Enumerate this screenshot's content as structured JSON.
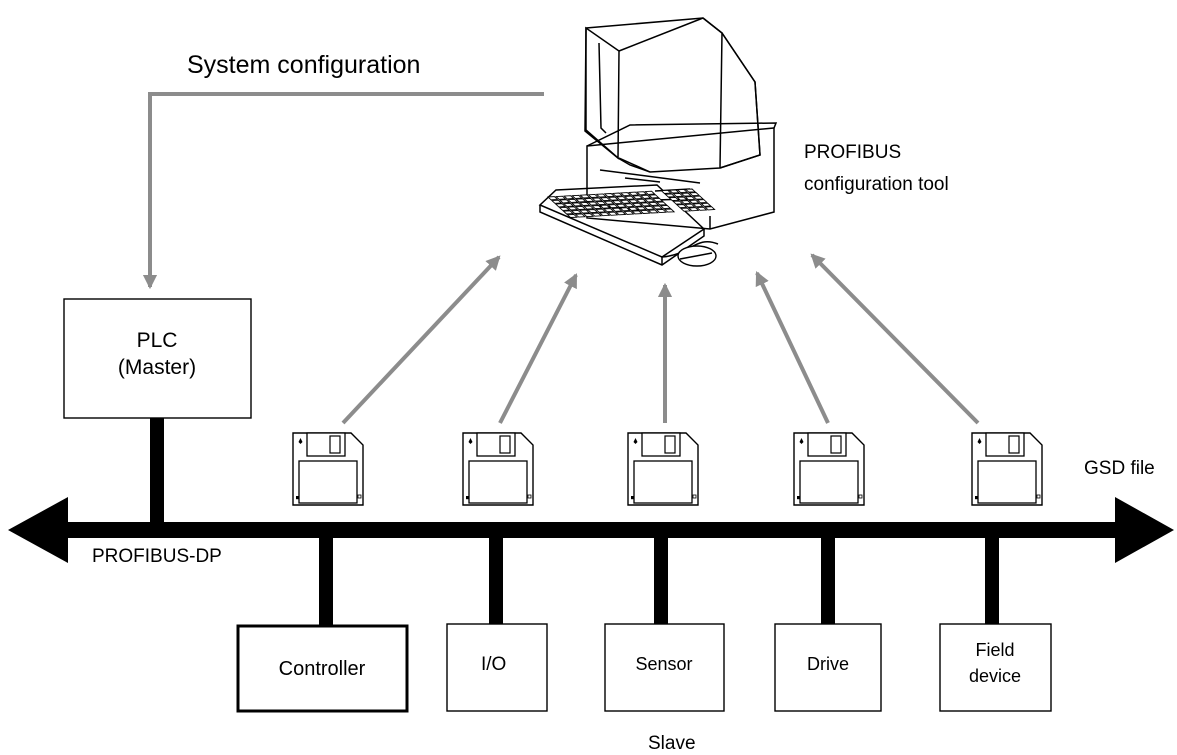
{
  "title": "System configuration",
  "tool_label": {
    "line1": "PROFIBUS",
    "line2": "configuration tool"
  },
  "master": {
    "line1": "PLC",
    "line2": "(Master)"
  },
  "bus_label": "PROFIBUS-DP",
  "gsd_label": "GSD file",
  "slaves_caption": "Slave",
  "slaves": [
    {
      "id": "controller",
      "lines": [
        "Controller"
      ],
      "emphasis": true
    },
    {
      "id": "io",
      "lines": [
        "I/O"
      ],
      "emphasis": false
    },
    {
      "id": "sensor",
      "lines": [
        "Sensor"
      ],
      "emphasis": false
    },
    {
      "id": "drive",
      "lines": [
        "Drive"
      ],
      "emphasis": false
    },
    {
      "id": "field-device",
      "lines": [
        "Field",
        "device"
      ],
      "emphasis": false
    }
  ],
  "colors": {
    "line": "#000000",
    "arrow": "#8c8c8c",
    "background": "#ffffff"
  },
  "icons": {
    "computer": "desktop-computer-icon",
    "disk": "floppy-disk-icon"
  }
}
